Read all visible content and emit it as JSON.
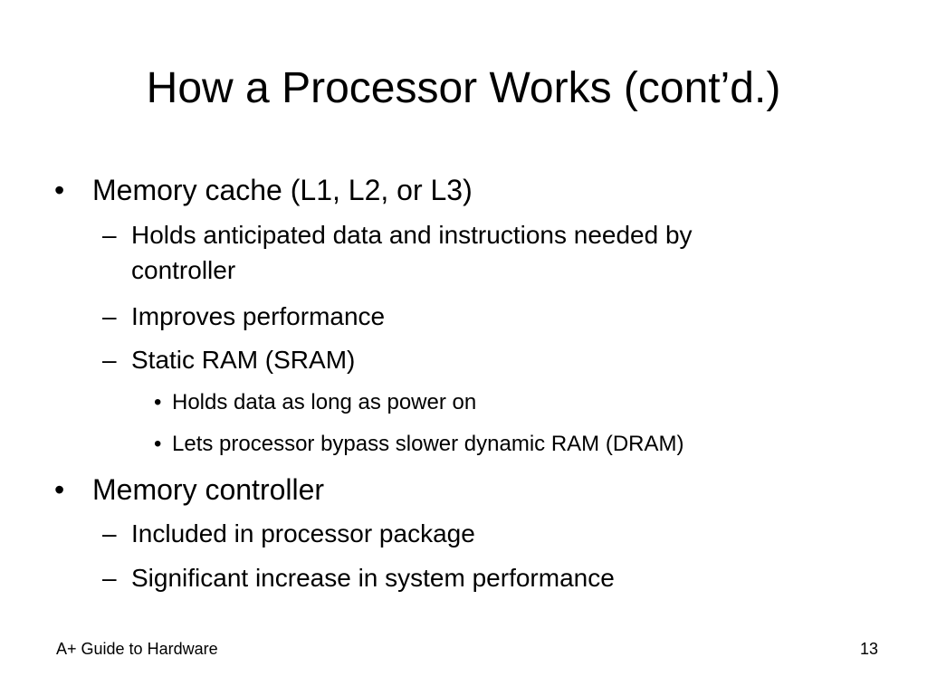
{
  "slide": {
    "title": "How a Processor Works (cont’d.)",
    "bullet_glyph": "•",
    "dash_glyph": "–",
    "items": [
      {
        "text": "Memory cache (L1, L2, or L3)",
        "sub": [
          {
            "text": "Holds anticipated data and instructions needed by",
            "continuation": "controller"
          },
          {
            "text": "Improves performance"
          },
          {
            "text": "Static RAM (SRAM)",
            "sub": [
              {
                "text": "Holds data as long as power on"
              },
              {
                "text": "Lets processor bypass slower dynamic RAM (DRAM)"
              }
            ]
          }
        ]
      },
      {
        "text": "Memory controller",
        "sub": [
          {
            "text": "Included in processor package"
          },
          {
            "text": "Significant increase in system performance"
          }
        ]
      }
    ]
  },
  "footer": {
    "left": "A+ Guide to Hardware",
    "page_number": "13"
  }
}
